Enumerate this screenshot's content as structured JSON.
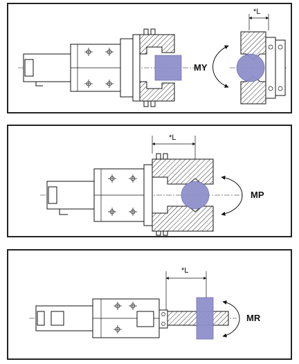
{
  "diagrams": [
    {
      "id": "my",
      "moment_label": "MY",
      "dimension_label": "*L"
    },
    {
      "id": "mp",
      "moment_label": "MP",
      "dimension_label": "*L"
    },
    {
      "id": "mr",
      "moment_label": "MR",
      "dimension_label": "*L"
    }
  ],
  "colors": {
    "part_fill": "#9090cc",
    "line": "#111111",
    "frame": "#222222"
  }
}
